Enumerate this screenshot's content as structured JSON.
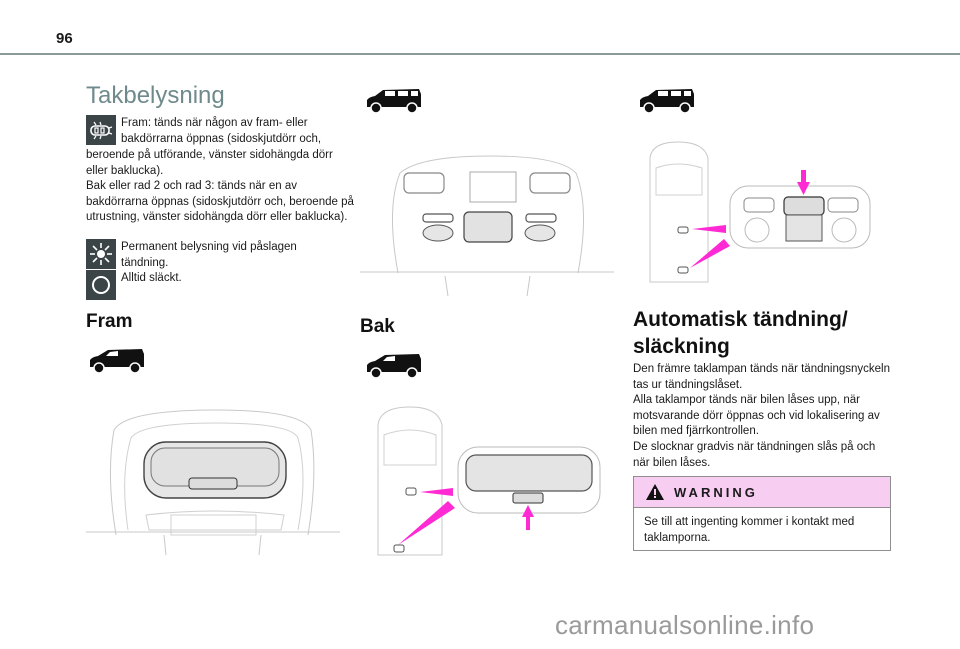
{
  "page": {
    "number": "96",
    "section_title": "Takbelysning"
  },
  "left_column": {
    "mode_items": [
      {
        "icon": "door-open-car-icon",
        "text_first": "Fram: tänds när någon av fram- eller",
        "text_second": "bakdörrarna öppnas (sidoskjutdörr och,",
        "text_rest": "beroende på utförande, vänster sidohängda dörr eller baklucka).\nBak eller rad 2 och rad 3: tänds när en av bakdörrarna öppnas (sidoskjutdörr och, beroende på utrustning, vänster sidohängda dörr eller baklucka)."
      },
      {
        "icon": "sun-light-icon",
        "text": "Permanent belysning vid påslagen tändning."
      },
      {
        "icon": "circle-off-icon",
        "text": "Alltid släckt."
      }
    ],
    "heading_front": "Fram"
  },
  "middle_column": {
    "heading_rear": "Bak"
  },
  "right_column": {
    "heading_auto": "Automatisk tändning/ släckning",
    "paragraphs": [
      "Den främre taklampan tänds när tändningsnyckeln tas ur tändningslåset.",
      "Alla taklampor tänds när bilen låses upp, när motsvarande dörr öppnas och vid lokalisering av bilen med fjärrkontrollen.",
      "De slocknar gradvis när tändningen slås på och när bilen låses."
    ],
    "warning": {
      "title": "WARNING",
      "text": "Se till att ingenting kommer i kontakt med taklamporna."
    }
  },
  "colors": {
    "title_teal": "#6f8a8c",
    "icon_bg": "#3b4447",
    "warning_bg": "#f7cdf1",
    "arrow_magenta": "#ff2ad4"
  },
  "watermark": "carmanualsonline.info"
}
